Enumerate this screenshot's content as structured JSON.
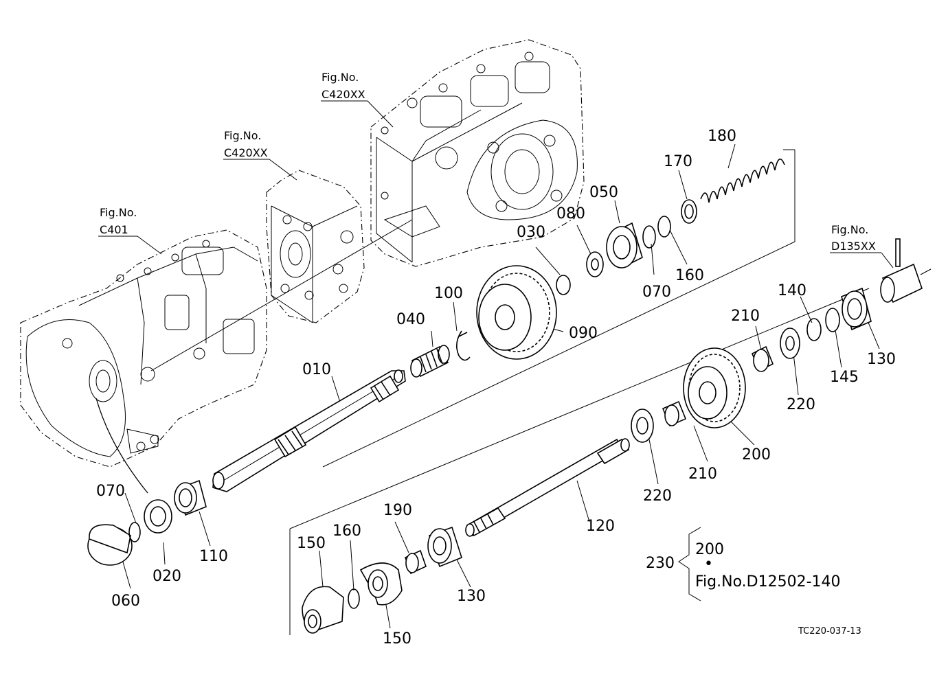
{
  "diagram": {
    "code": "TC220-037-13",
    "callouts": [
      {
        "id": "c010",
        "text": "010"
      },
      {
        "id": "c020",
        "text": "020"
      },
      {
        "id": "c030",
        "text": "030"
      },
      {
        "id": "c040",
        "text": "040"
      },
      {
        "id": "c050",
        "text": "050"
      },
      {
        "id": "c060",
        "text": "060"
      },
      {
        "id": "c070a",
        "text": "070"
      },
      {
        "id": "c070b",
        "text": "070"
      },
      {
        "id": "c080",
        "text": "080"
      },
      {
        "id": "c090",
        "text": "090"
      },
      {
        "id": "c100",
        "text": "100"
      },
      {
        "id": "c110",
        "text": "110"
      },
      {
        "id": "c120",
        "text": "120"
      },
      {
        "id": "c130a",
        "text": "130"
      },
      {
        "id": "c130b",
        "text": "130"
      },
      {
        "id": "c140",
        "text": "140"
      },
      {
        "id": "c145",
        "text": "145"
      },
      {
        "id": "c150a",
        "text": "150"
      },
      {
        "id": "c150b",
        "text": "150"
      },
      {
        "id": "c160a",
        "text": "160"
      },
      {
        "id": "c160b",
        "text": "160"
      },
      {
        "id": "c170",
        "text": "170"
      },
      {
        "id": "c180",
        "text": "180"
      },
      {
        "id": "c190",
        "text": "190"
      },
      {
        "id": "c200",
        "text": "200"
      },
      {
        "id": "c210a",
        "text": "210"
      },
      {
        "id": "c210b",
        "text": "210"
      },
      {
        "id": "c220a",
        "text": "220"
      },
      {
        "id": "c220b",
        "text": "220"
      },
      {
        "id": "c230",
        "text": "230"
      }
    ],
    "fig_refs": [
      {
        "id": "f1",
        "line1": "Fig.No.",
        "line2": "C420XX"
      },
      {
        "id": "f2",
        "line1": "Fig.No.",
        "line2": "C420XX"
      },
      {
        "id": "f3",
        "line1": "Fig.No.",
        "line2": "C401"
      },
      {
        "id": "f4",
        "line1": "Fig.No.",
        "line2": "D135XX"
      }
    ],
    "note": {
      "line1": "200",
      "line2": "•",
      "line3": "Fig.No.D12502-140"
    }
  }
}
